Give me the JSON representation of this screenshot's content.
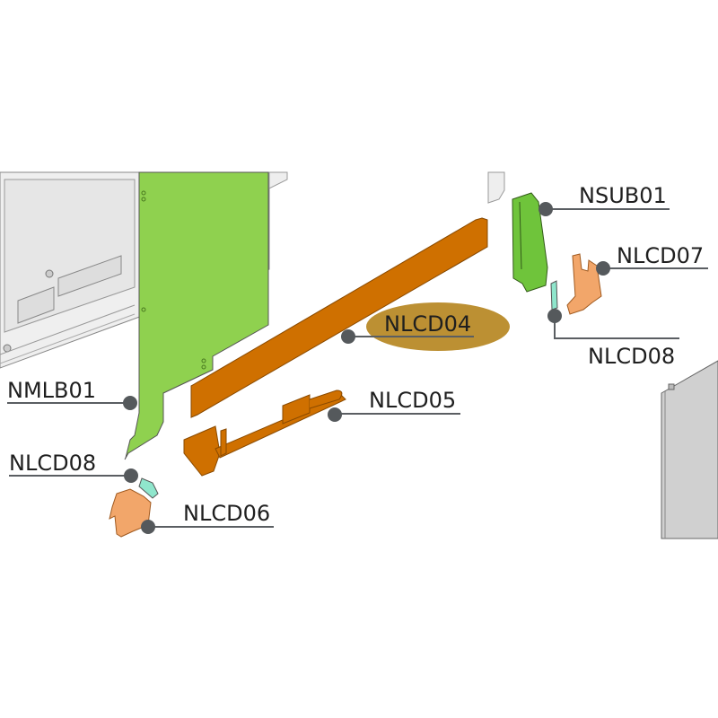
{
  "diagram": {
    "title": "Exploded parts view",
    "colors": {
      "main_board": "#8fd14f",
      "flex_cable": "#cf7000",
      "bracket": "#f2a66a",
      "insulator": "#8fe6cc",
      "highlight": "#b88a28",
      "callout_dot": "#55595c"
    },
    "labels": {
      "nsub01": "NSUB01",
      "nlcd07": "NLCD07",
      "nlcd04": "NLCD04",
      "nlcd08_right": "NLCD08",
      "nmlb01": "NMLB01",
      "nlcd05": "NLCD05",
      "nlcd08_left": "NLCD08",
      "nlcd06": "NLCD06"
    },
    "highlighted": "NLCD04"
  }
}
